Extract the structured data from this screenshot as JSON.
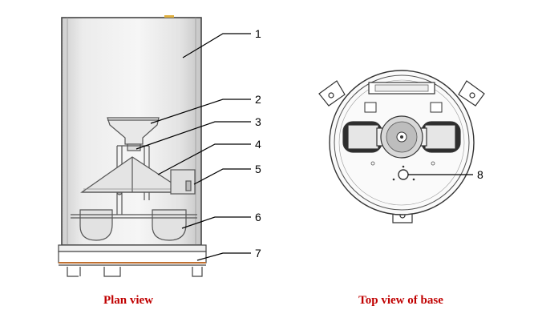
{
  "diagram": {
    "callouts": [
      "1",
      "2",
      "3",
      "4",
      "5",
      "6",
      "7",
      "8"
    ],
    "captions": {
      "plan_view": "Plan view",
      "top_view": "Top view of base"
    },
    "caption_color": "#c00000"
  }
}
